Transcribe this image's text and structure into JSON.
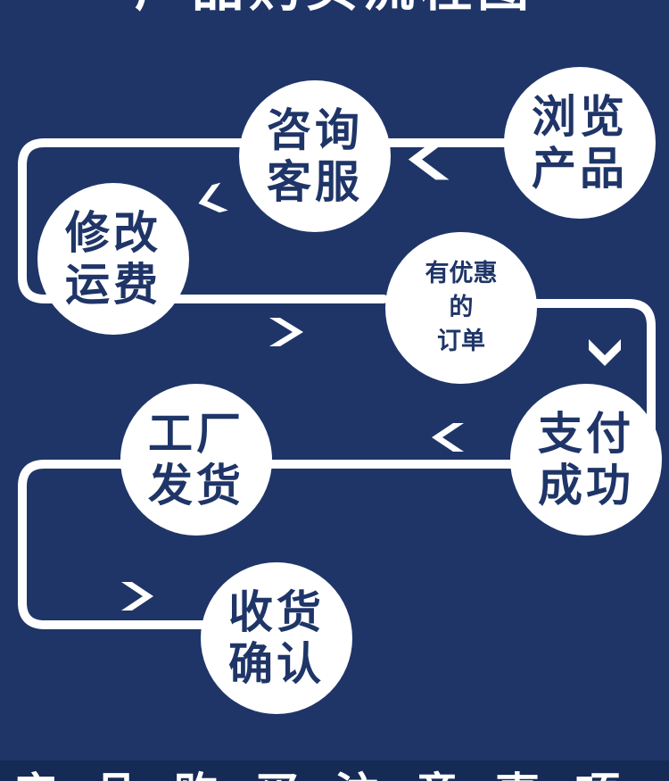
{
  "header": {
    "title": "产品购买流程图"
  },
  "steps": [
    {
      "id": "browse",
      "lines": [
        "浏览",
        "产品"
      ]
    },
    {
      "id": "consult",
      "lines": [
        "咨询",
        "客服"
      ]
    },
    {
      "id": "modify-shipping",
      "lines": [
        "修改",
        "运费"
      ]
    },
    {
      "id": "discount-order",
      "lines": [
        "有优惠",
        "的",
        "订单"
      ]
    },
    {
      "id": "payment-success",
      "lines": [
        "支付",
        "成功"
      ]
    },
    {
      "id": "factory-ship",
      "lines": [
        "工厂",
        "发货"
      ]
    },
    {
      "id": "confirm-receipt",
      "lines": [
        "收货",
        "确认"
      ]
    }
  ],
  "footer": {
    "text": "产品购买注意事项"
  },
  "colors": {
    "background": "#1f3568",
    "node_fill": "#ffffff",
    "connector": "#ffffff",
    "text": "#1f3568"
  },
  "icons": {
    "arrow": "chevron-arrow-icon"
  }
}
